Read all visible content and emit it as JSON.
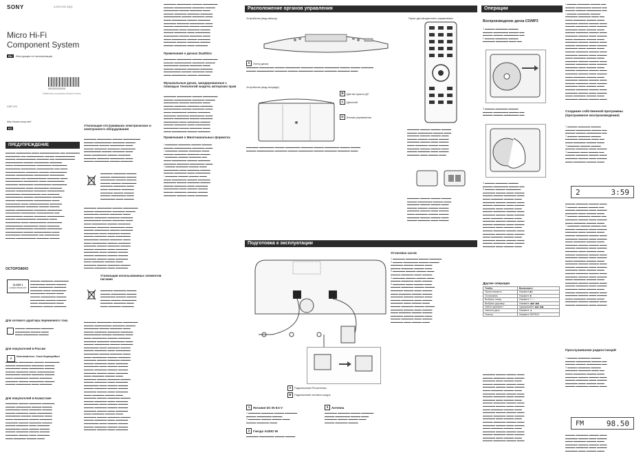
{
  "cover": {
    "brand": "SONY",
    "model_code": "4-XXX-XXX-11(1)",
    "title_line1": "Micro Hi-Fi",
    "title_line2": "Component System",
    "lang_badge": "RU",
    "lang_text": "Инструкция по эксплуатации",
    "barcode_text": "4XXXXXXXXXX",
    "copyright": "©2015 Sony Corporation   Printed in China",
    "model": "CMT-V9",
    "url": "http://www.sony.net/",
    "region_badge": "KZ",
    "warning_head": "ПРЕДУПРЕЖДЕНИЕ",
    "caution_head": "ОСТОРОЖНО",
    "class1_label1": "CLASS 1",
    "class1_label2": "LASER PRODUCT",
    "ac_adapter_head": "Для сетевого адаптера переменного тока",
    "russia_head": "Для покупателей в России",
    "russia_company": "Изготовитель: Сони Корпорейшн",
    "kz_head": "Для покупателей в Казахстане"
  },
  "col2": {
    "disposal_head": "Утилизация отслуживших электрических и электронного оборудования",
    "battery_head": "Утилизация использованных элементов питания",
    "discs_head": "Примечания о дисках DualDisc",
    "copy_head": "Музыкальные диски, закодированные с помощью технологий защиты авторских прав",
    "mp3_head": "Примечания о Многоканальных форматах"
  },
  "parts": {
    "bar": "Расположение органов управления",
    "main_unit": "Устройство (вид сверху)",
    "remote": "Пульт дистанционного управления",
    "side_unit": "Устройство (вид спереди)",
    "item_a": "Лоток диска",
    "item_b": "Датчик пульта ДУ",
    "item_c": "Дисплей",
    "item_d": "Кнопки управления"
  },
  "prep": {
    "bar": "Подготовка к эксплуатации",
    "connect_head": "Установка часов",
    "antenna_a": "Подключение FM-антенны",
    "power_b": "Подключение сетевого шнура",
    "fm_head": "Антенна",
    "power_head": "Питание DC IN 9.5 V",
    "audio_head": "Гнездо AUDIO IN"
  },
  "ops": {
    "bar": "Операции",
    "cd_head": "Воспроизведение диска CD/MP3",
    "program_head": "Создание собственной программы (программное воспроизведение)",
    "radio_head": "Прослушивание радиостанций",
    "other_head": "Другие операции",
    "display_track": "2",
    "display_time": "3:59",
    "display_band": "FM",
    "display_freq": "98.50",
    "table_rows": [
      [
        "Чтобы",
        "Выполните"
      ],
      [
        "Приостановить",
        "Нажмите ▶II"
      ],
      [
        "Остановить",
        "Нажмите ■"
      ],
      [
        "Выбрать папку",
        "Нажмите + / –"
      ],
      [
        "Выбрать дорожку",
        "Нажмите ◀◀ / ▶▶"
      ],
      [
        "Найти фрагмент",
        "Удерживайте ◀◀ / ▶▶"
      ],
      [
        "Извлечь диск",
        "Нажмите ▲"
      ],
      [
        "Повтор",
        "Нажмите REPEAT"
      ]
    ]
  }
}
